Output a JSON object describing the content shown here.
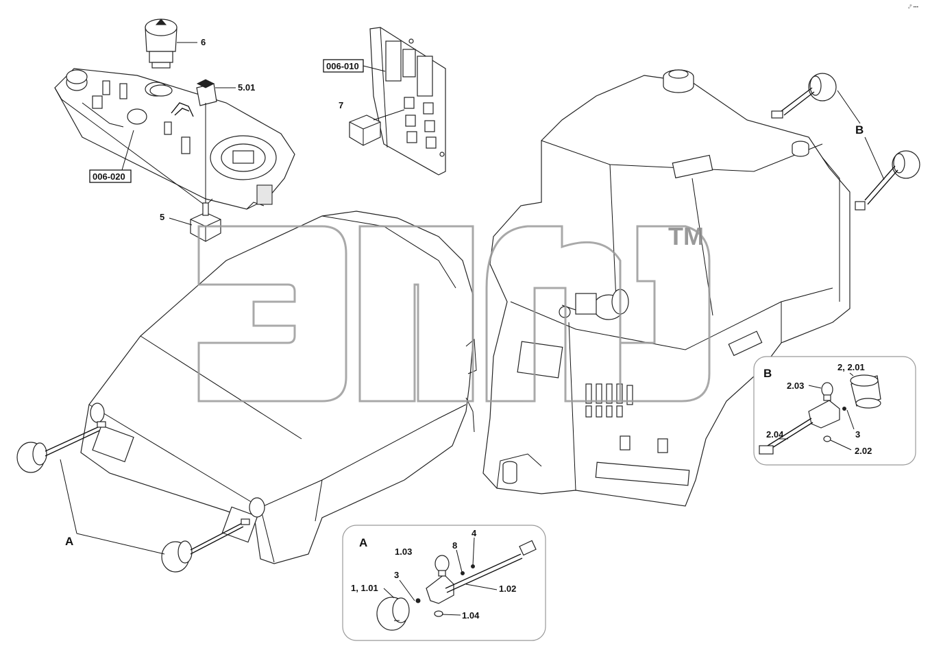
{
  "diagram": {
    "part_labels": [
      "6",
      "5.01",
      "5",
      "7",
      "B",
      "A"
    ],
    "ref_labels": [
      "006-010",
      "006-020"
    ],
    "inset_a": {
      "title": "A",
      "labels": [
        "4",
        "8",
        "1.03",
        "3",
        "1, 1.01",
        "1.02",
        "1.04"
      ]
    },
    "inset_b": {
      "title": "B",
      "labels": [
        "2, 2.01",
        "2.03",
        "2.04",
        "3",
        "2.02"
      ]
    },
    "watermark": {
      "trademark": "TM"
    },
    "corner_note": "ₑᴾ ▪▪▪"
  }
}
